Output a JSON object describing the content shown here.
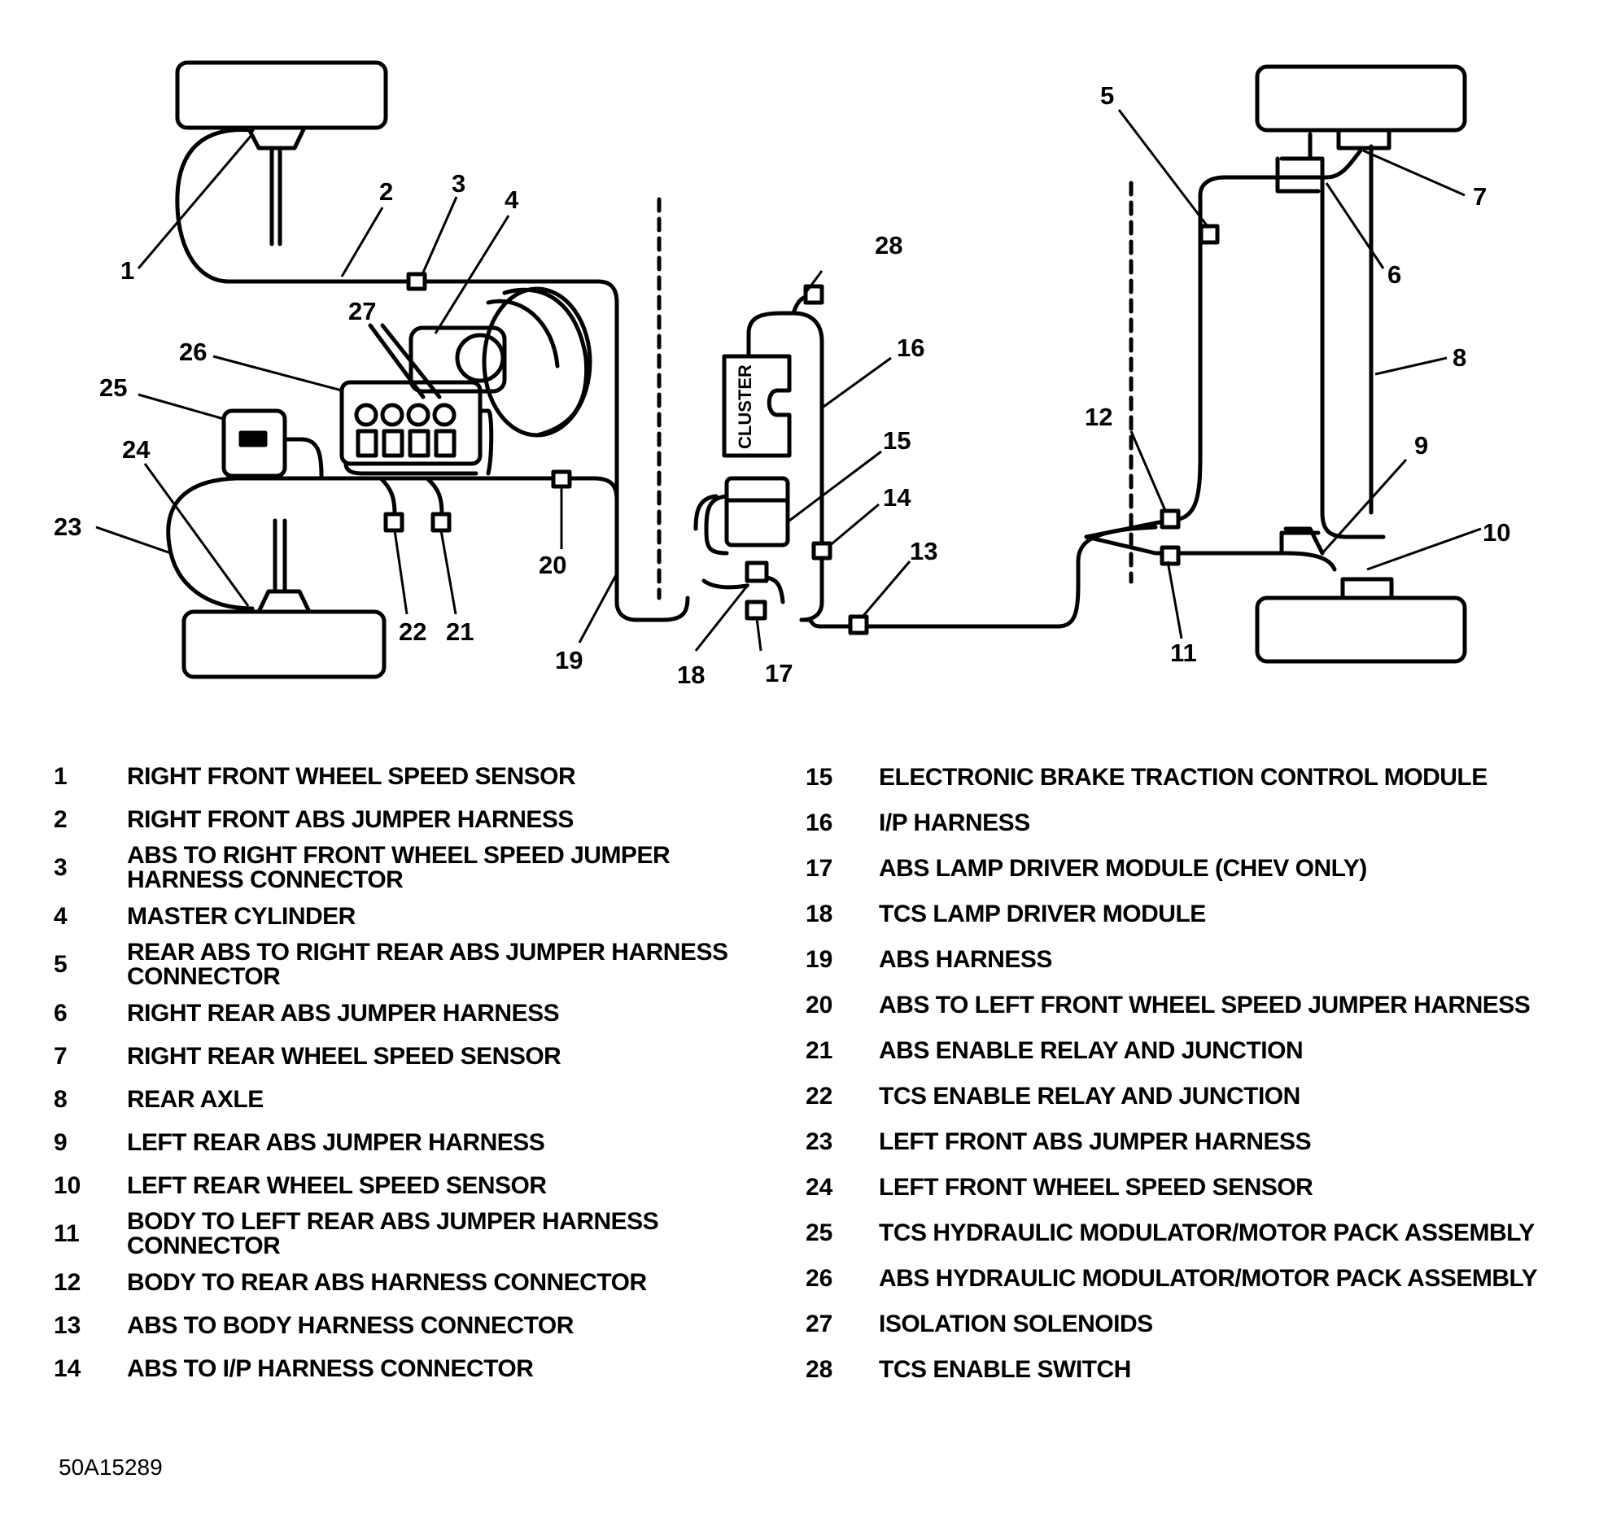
{
  "callouts": {
    "c1": "1",
    "c2": "2",
    "c3": "3",
    "c4": "4",
    "c5": "5",
    "c6": "6",
    "c7": "7",
    "c8": "8",
    "c9": "9",
    "c10": "10",
    "c11": "11",
    "c12": "12",
    "c13": "13",
    "c14": "14",
    "c15": "15",
    "c16": "16",
    "c17": "17",
    "c18": "18",
    "c19": "19",
    "c20": "20",
    "c21": "21",
    "c22": "22",
    "c23": "23",
    "c24": "24",
    "c25": "25",
    "c26": "26",
    "c27": "27",
    "c28": "28"
  },
  "cluster_label": "CLUSTER",
  "legend": {
    "left": [
      {
        "num": "1",
        "text": "RIGHT FRONT WHEEL SPEED SENSOR"
      },
      {
        "num": "2",
        "text": "RIGHT FRONT ABS JUMPER HARNESS"
      },
      {
        "num": "3",
        "text": "ABS TO RIGHT FRONT WHEEL SPEED JUMPER HARNESS CONNECTOR"
      },
      {
        "num": "4",
        "text": "MASTER CYLINDER"
      },
      {
        "num": "5",
        "text": "REAR ABS TO RIGHT REAR ABS JUMPER HARNESS CONNECTOR"
      },
      {
        "num": "6",
        "text": "RIGHT REAR ABS JUMPER HARNESS"
      },
      {
        "num": "7",
        "text": "RIGHT REAR WHEEL SPEED SENSOR"
      },
      {
        "num": "8",
        "text": "REAR AXLE"
      },
      {
        "num": "9",
        "text": "LEFT REAR ABS JUMPER HARNESS"
      },
      {
        "num": "10",
        "text": "LEFT REAR WHEEL SPEED SENSOR"
      },
      {
        "num": "11",
        "text": "BODY TO LEFT REAR ABS JUMPER HARNESS CONNECTOR"
      },
      {
        "num": "12",
        "text": "BODY TO REAR ABS HARNESS CONNECTOR"
      },
      {
        "num": "13",
        "text": "ABS TO BODY HARNESS CONNECTOR"
      },
      {
        "num": "14",
        "text": "ABS TO I/P HARNESS CONNECTOR"
      }
    ],
    "right": [
      {
        "num": "15",
        "text": "ELECTRONIC BRAKE TRACTION CONTROL MODULE"
      },
      {
        "num": "16",
        "text": "I/P HARNESS"
      },
      {
        "num": "17",
        "text": "ABS LAMP DRIVER MODULE (CHEV ONLY)"
      },
      {
        "num": "18",
        "text": "TCS LAMP DRIVER MODULE"
      },
      {
        "num": "19",
        "text": "ABS HARNESS"
      },
      {
        "num": "20",
        "text": "ABS TO LEFT FRONT WHEEL SPEED JUMPER HARNESS"
      },
      {
        "num": "21",
        "text": "ABS ENABLE RELAY AND JUNCTION"
      },
      {
        "num": "22",
        "text": "TCS ENABLE RELAY AND JUNCTION"
      },
      {
        "num": "23",
        "text": "LEFT FRONT ABS JUMPER HARNESS"
      },
      {
        "num": "24",
        "text": "LEFT FRONT WHEEL SPEED SENSOR"
      },
      {
        "num": "25",
        "text": "TCS HYDRAULIC MODULATOR/MOTOR PACK ASSEMBLY"
      },
      {
        "num": "26",
        "text": "ABS HYDRAULIC MODULATOR/MOTOR PACK ASSEMBLY"
      },
      {
        "num": "27",
        "text": "ISOLATION SOLENOIDS"
      },
      {
        "num": "28",
        "text": "TCS ENABLE SWITCH"
      }
    ]
  },
  "figure_id": "50A15289"
}
